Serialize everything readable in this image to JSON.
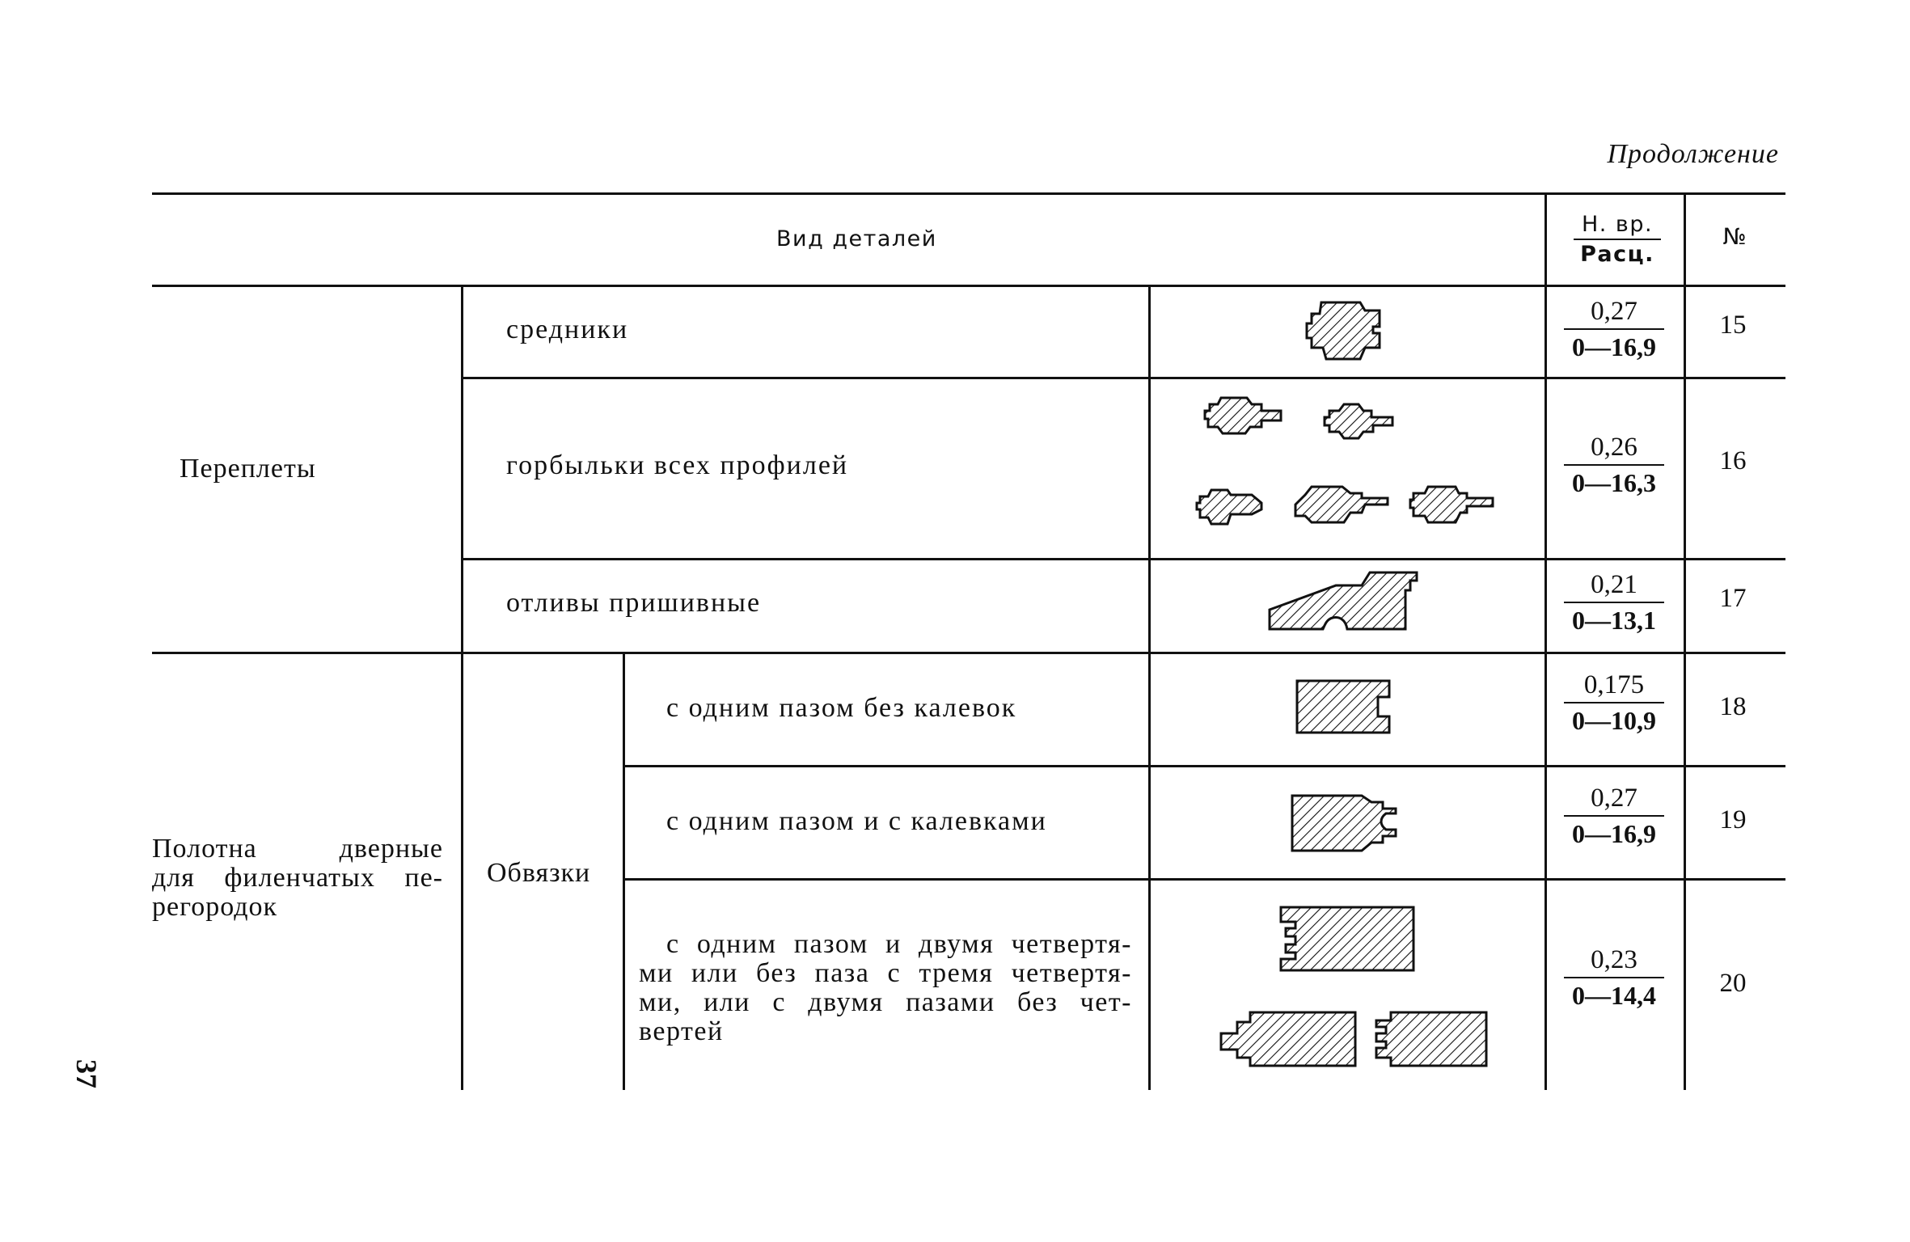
{
  "continuation": "Продолжение",
  "header": {
    "kind": "Вид деталей",
    "norm_top": "Н. вр.",
    "norm_bottom": "Расц.",
    "number": "№"
  },
  "groups": {
    "pereplety": "Переплеты",
    "polotna_line1": "Полотна дверные",
    "polotna_line2": "для филенчатых пе-",
    "polotna_line3": "регородок",
    "obvyazki": "Обвязки"
  },
  "rows": [
    {
      "name": "средники",
      "norm": "0,27",
      "rate": "0—16,9",
      "no": "15"
    },
    {
      "name": "горбыльки всех профилей",
      "norm": "0,26",
      "rate": "0—16,3",
      "no": "16"
    },
    {
      "name": "отливы пришивные",
      "norm": "0,21",
      "rate": "0—13,1",
      "no": "17"
    },
    {
      "name": "с одним пазом без калевок",
      "norm": "0,175",
      "rate": "0—10,9",
      "no": "18"
    },
    {
      "name": "с одним пазом и с калевками",
      "norm": "0,27",
      "rate": "0—16,9",
      "no": "19"
    },
    {
      "name_lines": [
        "с одним пазом и двумя четвертя-",
        "ми или без паза с тремя четвертя-",
        "ми, или с двумя пазами без чет-",
        "вертей"
      ],
      "norm": "0,23",
      "rate": "0—14,4",
      "no": "20"
    }
  ],
  "page_number": "37"
}
